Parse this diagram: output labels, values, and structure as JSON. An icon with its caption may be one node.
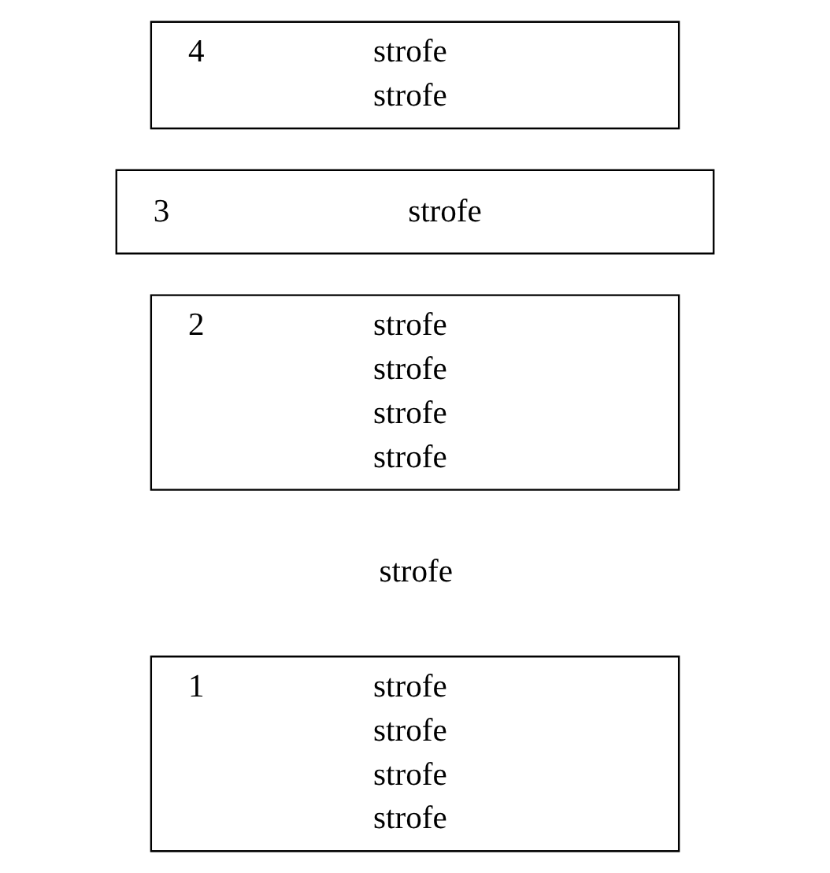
{
  "diagram": {
    "nodes": [
      {
        "text": [
          "1",
          "strofe",
          "strofe",
          "strofe",
          "strofe"
        ]
      },
      {
        "text": [
          "2",
          "strofe",
          "strofe",
          "strofe",
          "strofe"
        ]
      },
      {
        "text": [
          "3",
          "strofe"
        ]
      },
      {
        "text": [
          "4",
          "strofe",
          "strofe"
        ]
      }
    ],
    "labels": [
      "strofe"
    ]
  }
}
